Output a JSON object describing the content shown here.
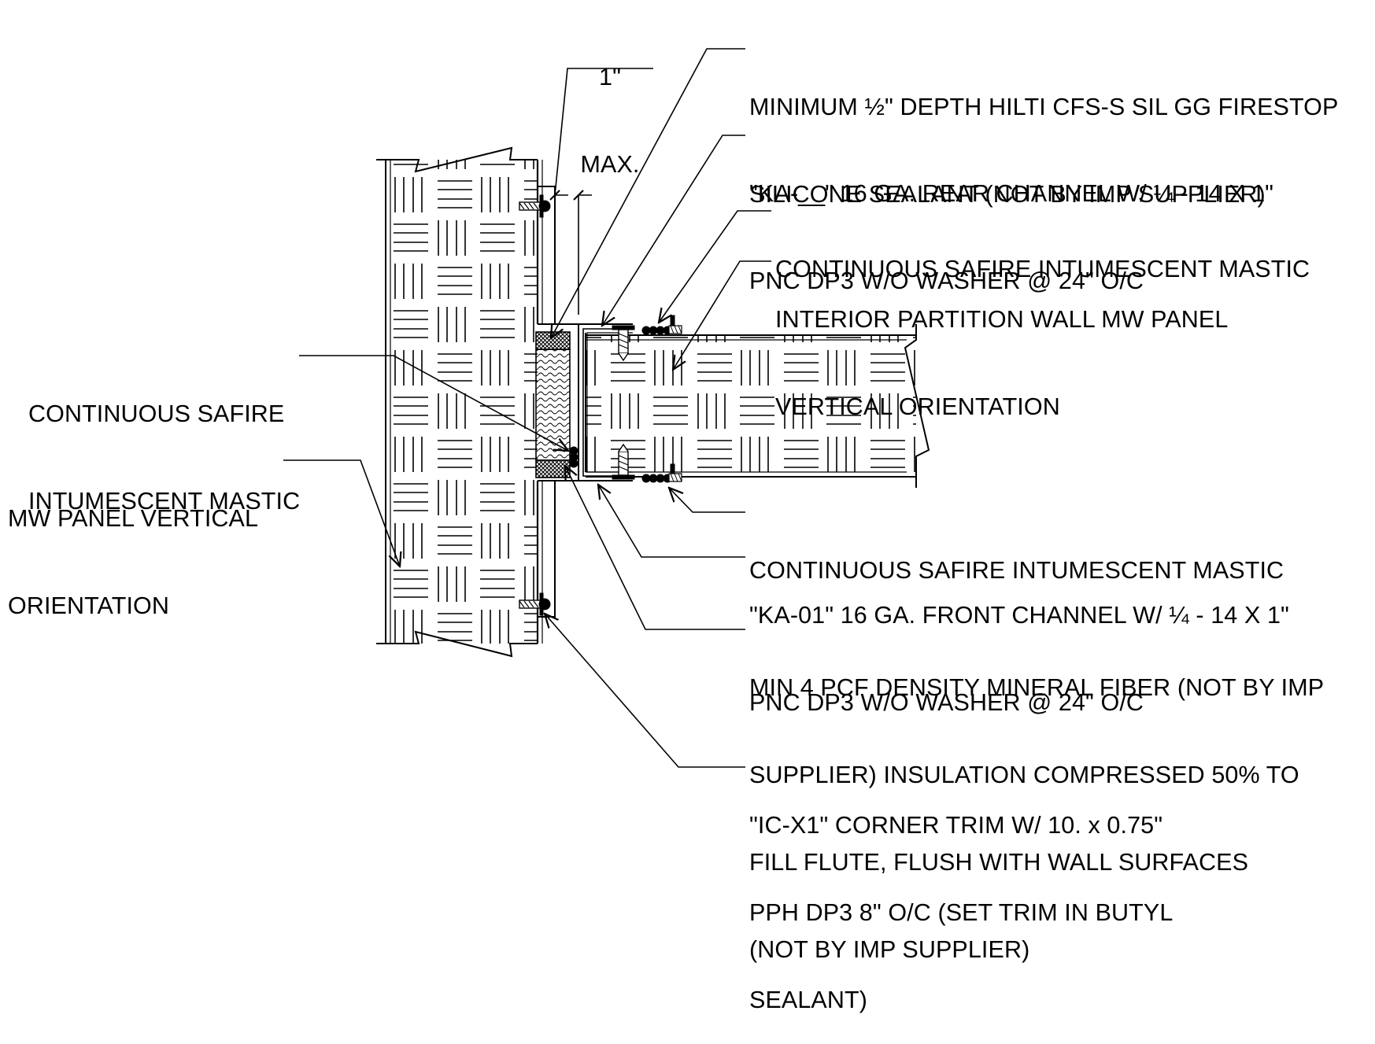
{
  "dimension": {
    "value": "1\"",
    "suffix": "MAX."
  },
  "labels": {
    "firestop_sealant": [
      "MINIMUM ½\" DEPTH HILTI CFS-S SIL GG FIRESTOP",
      "SILICONE SEALANT (NOT BY IMP SUPPLIER)"
    ],
    "rear_channel": [
      "\"KA-__\" 16 GA. REAR CHANNEL W/ ¼ - 14 X 1\"",
      "PNC DP3 W/O WASHER @ 24\" O/C"
    ],
    "mastic_upper": [
      "CONTINUOUS SAFIRE INTUMESCENT MASTIC"
    ],
    "partition_panel": [
      "INTERIOR PARTITION WALL MW PANEL",
      "VERTICAL ORIENTATION"
    ],
    "mastic_left": [
      "CONTINUOUS SAFIRE",
      "INTUMESCENT MASTIC"
    ],
    "mw_panel_vertical": [
      "MW PANEL VERTICAL",
      "ORIENTATION"
    ],
    "mastic_lower": [
      "CONTINUOUS SAFIRE INTUMESCENT MASTIC"
    ],
    "front_channel": [
      "\"KA-01\" 16 GA. FRONT CHANNEL W/ ¼ - 14 X 1\"",
      "PNC DP3 W/O WASHER @ 24\" O/C"
    ],
    "mineral_fiber": [
      "MIN 4 PCF DENSITY MINERAL FIBER (NOT BY IMP",
      "SUPPLIER) INSULATION COMPRESSED 50% TO",
      "FILL FLUTE, FLUSH WITH WALL SURFACES",
      "(NOT BY IMP SUPPLIER)"
    ],
    "corner_trim": [
      "\"IC-X1\" CORNER TRIM W/ 10. x 0.75\"",
      "PPH DP3 8\" O/C (SET TRIM IN BUTYL",
      "SEALANT)"
    ]
  }
}
